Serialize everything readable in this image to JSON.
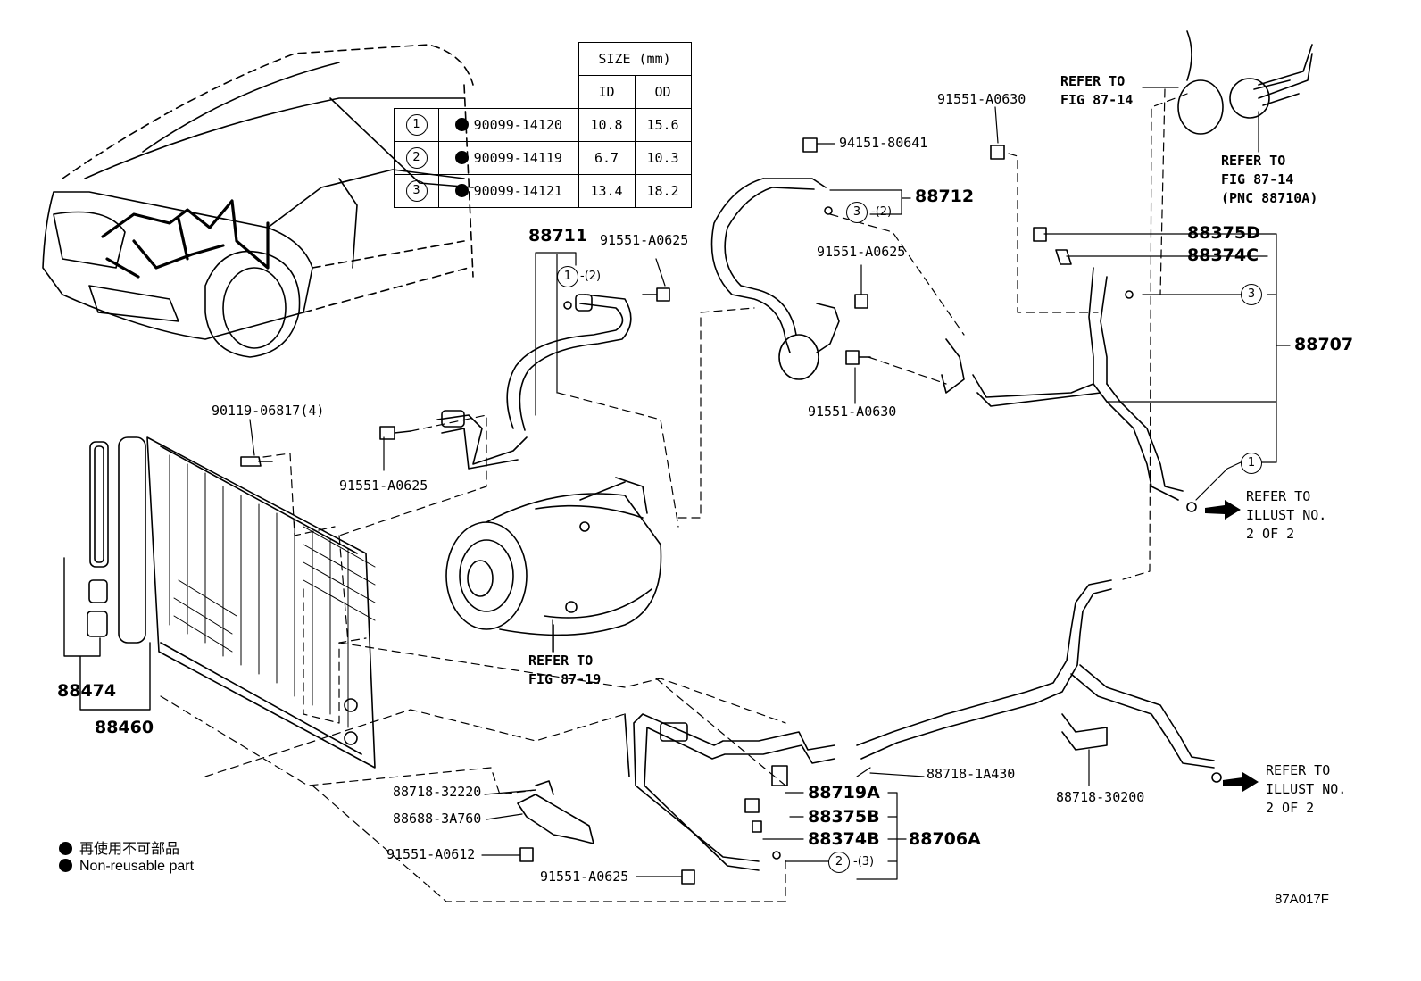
{
  "table": {
    "header_size": "SIZE (mm)",
    "header_id": "ID",
    "header_od": "OD",
    "rows": [
      {
        "ref": "1",
        "part": "90099-14120",
        "id": "10.8",
        "od": "15.6"
      },
      {
        "ref": "2",
        "part": "90099-14119",
        "id": "6.7",
        "od": "10.3"
      },
      {
        "ref": "3",
        "part": "90099-14121",
        "id": "13.4",
        "od": "18.2"
      }
    ]
  },
  "labels": {
    "p88711": "88711",
    "p91551_a0625_top": "91551-A0625",
    "p91551_a0630_top": "91551-A0630",
    "p94151": "94151-80641",
    "p88712": "88712",
    "p91551_a0625_mid": "91551-A0625",
    "p91551_a0630_mid": "91551-A0630",
    "p88375d": "88375D",
    "p88374c": "88374C",
    "p88707": "88707",
    "p90119": "90119-06817(4)",
    "p91551_a0625_left": "91551-A0625",
    "p88474": "88474",
    "p88460": "88460",
    "p88718_32220": "88718-32220",
    "p88688": "88688-3A760",
    "p91551_a0612": "91551-A0612",
    "p91551_a0625_bot": "91551-A0625",
    "p88718_1a430": "88718-1A430",
    "p88719a": "88719A",
    "p88375b": "88375B",
    "p88374b": "88374B",
    "p88706a": "88706A",
    "p88718_30200": "88718-30200",
    "diagram_code": "87A017F"
  },
  "circle_refs": {
    "c1_top": "1",
    "c1_top_qty": "-(2)",
    "c3_top": "3",
    "c3_top_qty": "-(2)",
    "c3_right": "3",
    "c1_right": "1",
    "c2_bot": "2",
    "c2_bot_qty": "-(3)"
  },
  "refer": {
    "fig8714_a": "REFER TO\nFIG 87-14",
    "fig8714_b": "REFER TO\nFIG 87-14\n(PNC 88710A)",
    "fig8719": "REFER TO\nFIG 87-19",
    "illust_a": "REFER TO\nILLUST NO.\n2 OF 2",
    "illust_b": "REFER TO\nILLUST NO.\n2 OF 2"
  },
  "legend": {
    "jp": "再使用不可部品",
    "en": "Non-reusable part"
  }
}
